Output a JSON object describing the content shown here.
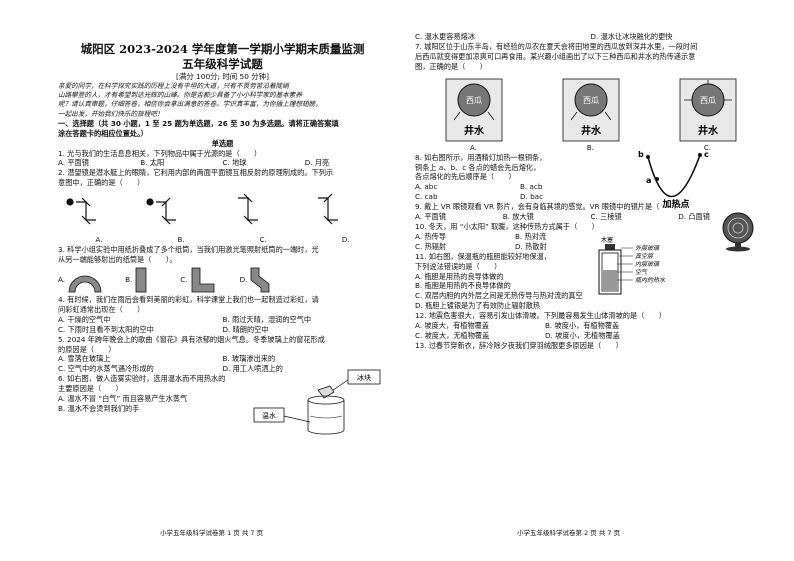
{
  "left": {
    "title1": "城阳区 2023-2024 学年度第一学期小学期末质量监测",
    "title2": "五年级科学试题",
    "score_info": "[满分 100分; 时间 50 分钟]",
    "intro": [
      "亲爱的同学，在科学探究实践的历程上没有平坦的大道，只有不畏劳苦沿着陡峭",
      "山路攀登的人，才有希望到达光辉的山峰。你是否都少具备了小小科学家的基本素养",
      "呢？请认真审题，仔细答卷，相信你会拿出满意的答卷。学识真丰富，为你插上理想翅膀，",
      "一起出发，开始我们快乐的旅程吧！"
    ],
    "section1": [
      "一、选择题（共 30 小题，1 至 25 题为单选题，26 至 30 为多选题。请将正确答案填",
      "涂在答题卡的相应位置处。）"
    ],
    "single_heading": "单选题",
    "q1": {
      "stem": "1. 光与我们的生活息息相关，下列物品中属于光源的是（　　）",
      "options": [
        "A. 平面镜",
        "B. 太阳",
        "C. 地球",
        "D. 月亮"
      ]
    },
    "q2": {
      "stem": [
        "2. 潜望镜是潜水艇上的眼睛，它利用内部的两面平面镜互相反射的原理制成的。下列示",
        "意图中，正确的是（　　）"
      ],
      "labels": [
        "A.",
        "B.",
        "C.",
        "D."
      ]
    },
    "q3": {
      "stem": [
        "3. 科学小组实验中用纸折叠成了多个纸筒，当我们用激光笔照射纸筒的一端时，光",
        "从另一端能够射出的纸筒是（　　）。"
      ],
      "labels": [
        "A.",
        "B.",
        "C.",
        "D."
      ]
    },
    "q4": {
      "stem": [
        "4. 有时候，我们在雨后会看到美丽的彩虹，科学课堂上我们也一起制造过彩虹，请",
        "问彩虹通常出现在（　　）"
      ],
      "options": [
        "A. 干燥的空气中",
        "B. 雨过天晴，湿润的空气中",
        "C. 下雨时且看不到太阳的空中",
        "D. 晴朗的空中"
      ]
    },
    "q5": {
      "stem": "5. 2024 年跨年晚会上的歌曲《窗花》具有浓郁的烟火气息。冬季玻璃上的窗花形成",
      "stem2": "的原因是（　　）",
      "options": [
        "A. 雪落在玻璃上",
        "B. 玻璃渗出来的",
        "C. 空气中的水蒸气遇冷形成的",
        "D. 用工人喷洒上的"
      ]
    },
    "q6": {
      "stem": [
        "6. 如右图，做人造雾实验时，选用温水而不用热水的",
        "主要原因是（　　）",
        "A. 温水不冒 “白气” 而且容易产生水蒸气",
        "B. 温水不会烫到我们的手"
      ],
      "label_ice": "冰块",
      "label_water": "温水"
    },
    "footer": "小学五年级科学试卷第 1 页 共 7 页"
  },
  "right": {
    "q6_rest": [
      "C. 温水更容易熔冰",
      "D. 温水让冰块融化的更快"
    ],
    "q7": {
      "stem": [
        "7. 城阳区位于山东半岛，有经验的瓜农在夏天会将田地里的西瓜放到深井水里，一段时间",
        "后西瓜就变得更加凉爽可口再食用。某兴趣小组画出了以下三种西瓜和井水的热传递示意",
        "图，正确的是（　　）"
      ],
      "melon_text": "西瓜",
      "well_text": "井水",
      "labels": [
        "A.",
        "B.",
        "C."
      ]
    },
    "q8": {
      "stem": [
        "8. 如右图所示，用酒精灯加热一根铜条，",
        "铜条上 a、b、c 各点的蜡会先后熔化，",
        "各点熔化的先后顺序是（　　）"
      ],
      "options": [
        "A. abc",
        "B. acb",
        "C. cab",
        "D. bac"
      ],
      "label_a": "a",
      "label_b": "b",
      "label_c": "c",
      "label_heat": "加热点"
    },
    "q9": {
      "stem": "9. 戴上 VR 眼镜观看 VR 影片，会有身临其境的感觉。VR 眼镜中的镜片是（　　）",
      "options": [
        "A. 平面镜",
        "B. 放大镜",
        "C. 三棱镜",
        "D. 凸面镜"
      ]
    },
    "q10": {
      "stem": "10. 冬天，用 “小太阳” 取暖，这种传热方式属于（　　）",
      "options": [
        "A. 热传导",
        "B. 热对流",
        "C. 热辐射",
        "D. 热散射"
      ]
    },
    "q11": {
      "stem": [
        "11. 如右图，保温瓶的瓶胆能较好地保温，",
        "下列说法错误的是（　　）",
        "A. 瓶胆是用热的良导体做的",
        "B. 瓶胆是用热的不良导体做的",
        "C. 双层内胆的内外层之间是无热传导与热对流的真空",
        "D. 瓶胆上镀银是为了有效防止辐射散热"
      ],
      "labels": [
        "木塞",
        "外层玻璃",
        "真空层",
        "内层玻璃",
        "空气",
        "瓶内的热水"
      ]
    },
    "q12": {
      "stem": "12. 地震危害很大，容易引发山体滑坡。下列最容易发生山体滑坡的是（　　）",
      "options": [
        "A. 坡度大，有植物覆盖",
        "B. 坡度小，有植物覆盖",
        "C. 坡度大，无植物覆盖",
        "D. 坡度小，无植物覆盖"
      ]
    },
    "q13": {
      "stem": "13. 过春节穿新衣，辞冷除夕夜我们穿羽绒服更多原因是（　　）"
    },
    "footer": "小学五年级科学试卷第 2 页 共 7 页"
  }
}
